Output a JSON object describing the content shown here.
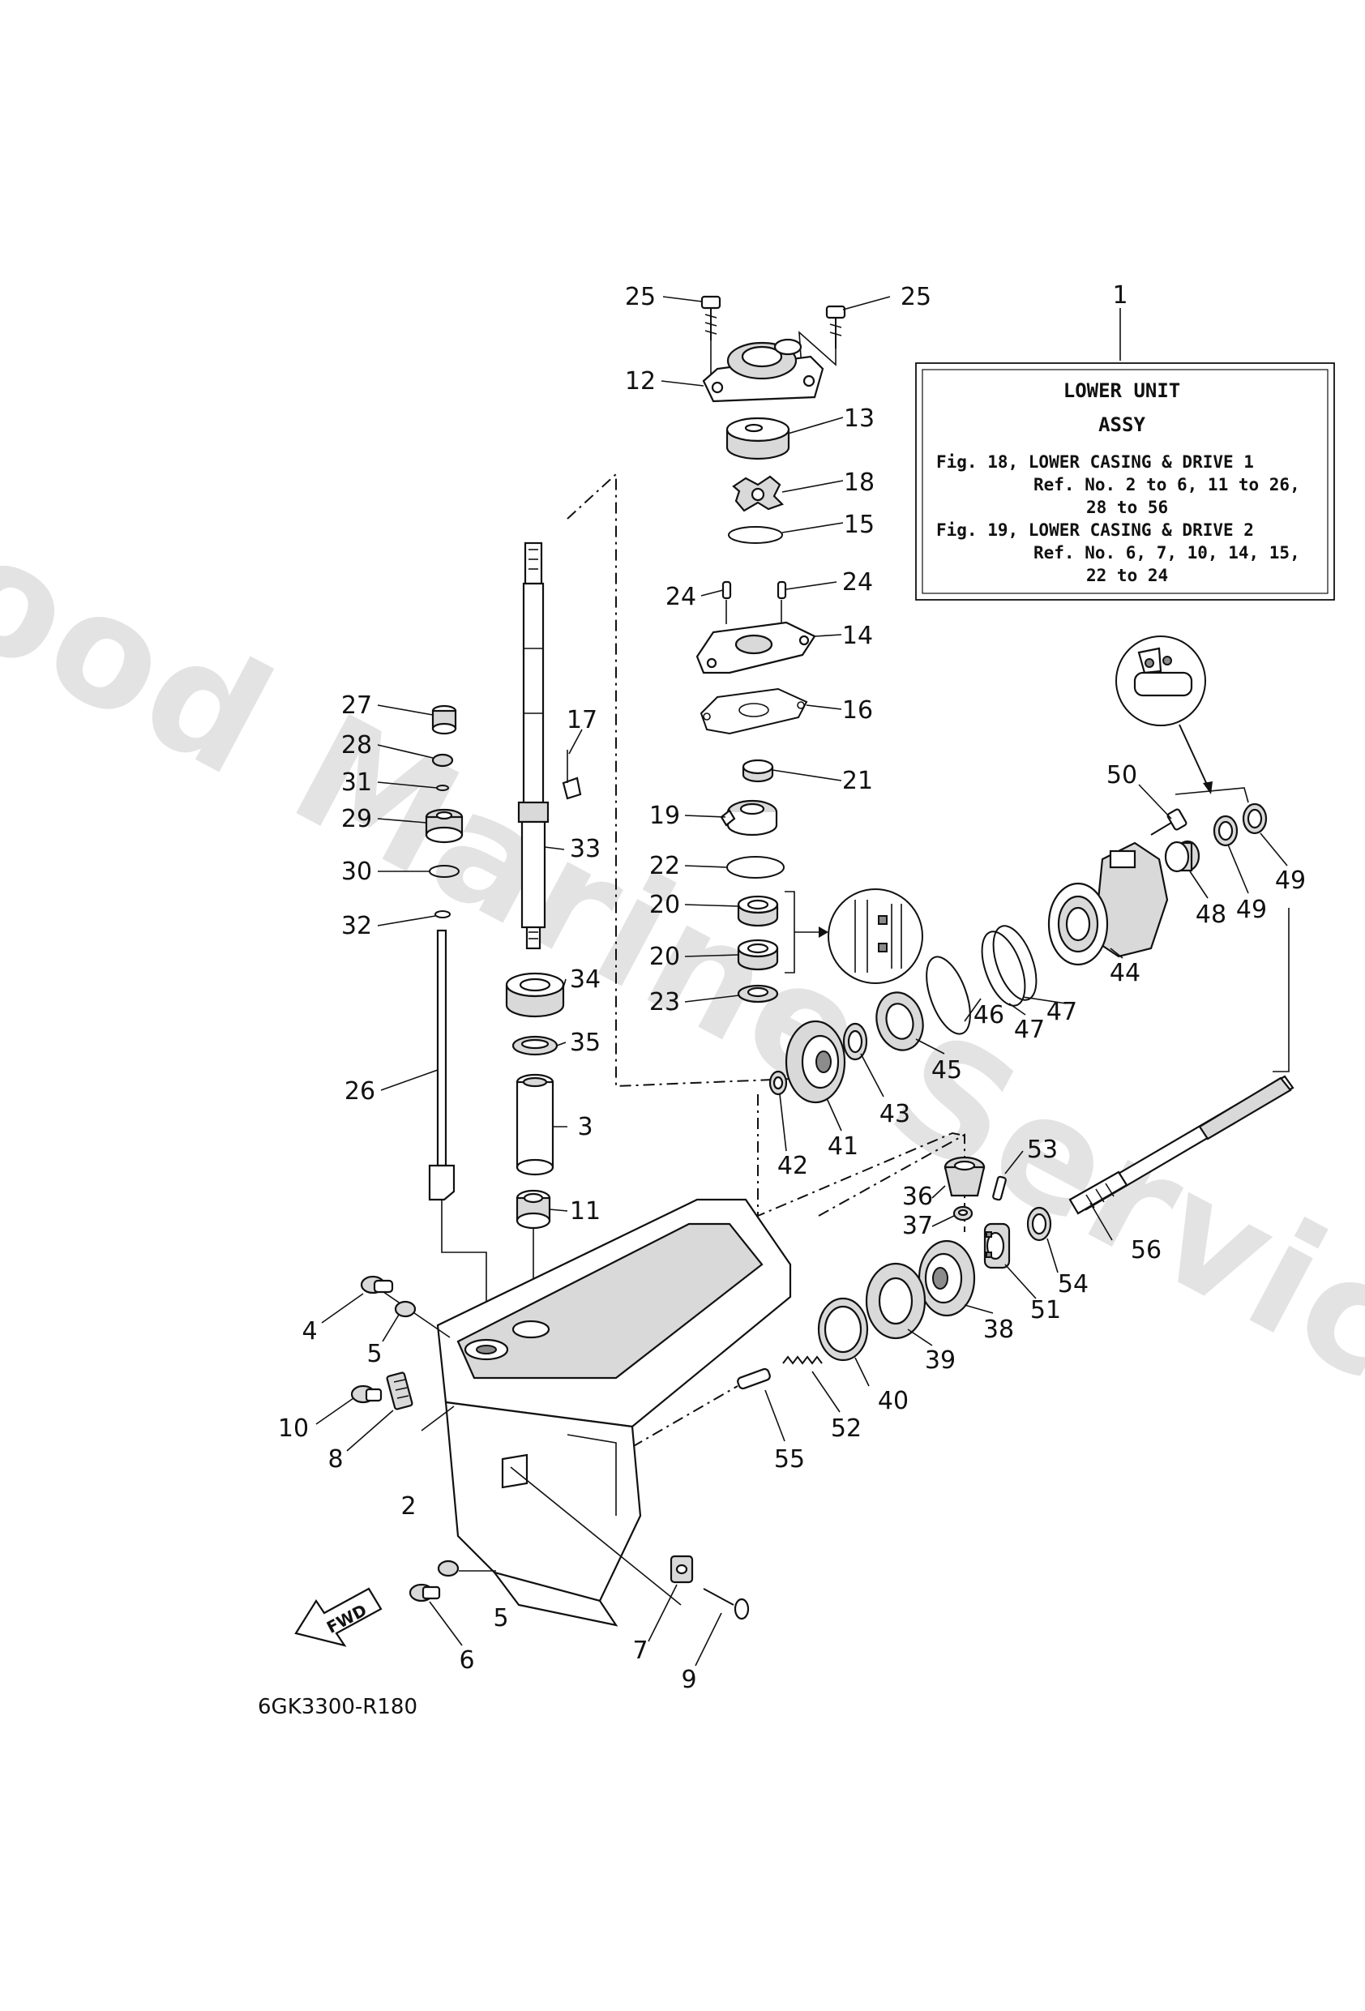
{
  "watermark": "Flood Marine Services",
  "drawing_code": "6GK3300-R180",
  "fwd_label": "FWD",
  "info_box": {
    "ref": "1",
    "title_line1": "LOWER UNIT",
    "title_line2": "ASSY",
    "lines": [
      "Fig. 18, LOWER CASING & DRIVE 1",
      "Ref. No. 2 to 6, 11 to 26,",
      "28 to 56",
      "Fig. 19, LOWER CASING & DRIVE 2",
      "Ref. No. 6, 7, 10, 14, 15,",
      "22 to 24"
    ]
  },
  "callouts": [
    {
      "id": "c25a",
      "label": "25"
    },
    {
      "id": "c25b",
      "label": "25"
    },
    {
      "id": "c12",
      "label": "12"
    },
    {
      "id": "c13",
      "label": "13"
    },
    {
      "id": "c18",
      "label": "18"
    },
    {
      "id": "c15",
      "label": "15"
    },
    {
      "id": "c24a",
      "label": "24"
    },
    {
      "id": "c24b",
      "label": "24"
    },
    {
      "id": "c14",
      "label": "14"
    },
    {
      "id": "c16",
      "label": "16"
    },
    {
      "id": "c21",
      "label": "21"
    },
    {
      "id": "c19",
      "label": "19"
    },
    {
      "id": "c22",
      "label": "22"
    },
    {
      "id": "c20a",
      "label": "20"
    },
    {
      "id": "c20b",
      "label": "20"
    },
    {
      "id": "c23",
      "label": "23"
    },
    {
      "id": "c27",
      "label": "27"
    },
    {
      "id": "c28",
      "label": "28"
    },
    {
      "id": "c31",
      "label": "31"
    },
    {
      "id": "c29",
      "label": "29"
    },
    {
      "id": "c30",
      "label": "30"
    },
    {
      "id": "c32",
      "label": "32"
    },
    {
      "id": "c17",
      "label": "17"
    },
    {
      "id": "c33",
      "label": "33"
    },
    {
      "id": "c34",
      "label": "34"
    },
    {
      "id": "c35",
      "label": "35"
    },
    {
      "id": "c26",
      "label": "26"
    },
    {
      "id": "c3",
      "label": "3"
    },
    {
      "id": "c11",
      "label": "11"
    },
    {
      "id": "c50",
      "label": "50"
    },
    {
      "id": "c48",
      "label": "48"
    },
    {
      "id": "c49a",
      "label": "49"
    },
    {
      "id": "c49b",
      "label": "49"
    },
    {
      "id": "c44",
      "label": "44"
    },
    {
      "id": "c47a",
      "label": "47"
    },
    {
      "id": "c47b",
      "label": "47"
    },
    {
      "id": "c46",
      "label": "46"
    },
    {
      "id": "c45",
      "label": "45"
    },
    {
      "id": "c43",
      "label": "43"
    },
    {
      "id": "c41",
      "label": "41"
    },
    {
      "id": "c42",
      "label": "42"
    },
    {
      "id": "c53",
      "label": "53"
    },
    {
      "id": "c36",
      "label": "36"
    },
    {
      "id": "c37",
      "label": "37"
    },
    {
      "id": "c56",
      "label": "56"
    },
    {
      "id": "c54",
      "label": "54"
    },
    {
      "id": "c51",
      "label": "51"
    },
    {
      "id": "c38",
      "label": "38"
    },
    {
      "id": "c39",
      "label": "39"
    },
    {
      "id": "c40",
      "label": "40"
    },
    {
      "id": "c52",
      "label": "52"
    },
    {
      "id": "c55",
      "label": "55"
    },
    {
      "id": "c4",
      "label": "4"
    },
    {
      "id": "c5a",
      "label": "5"
    },
    {
      "id": "c10",
      "label": "10"
    },
    {
      "id": "c8",
      "label": "8"
    },
    {
      "id": "c2",
      "label": "2"
    },
    {
      "id": "c5b",
      "label": "5"
    },
    {
      "id": "c6",
      "label": "6"
    },
    {
      "id": "c7",
      "label": "7"
    },
    {
      "id": "c9",
      "label": "9"
    }
  ]
}
